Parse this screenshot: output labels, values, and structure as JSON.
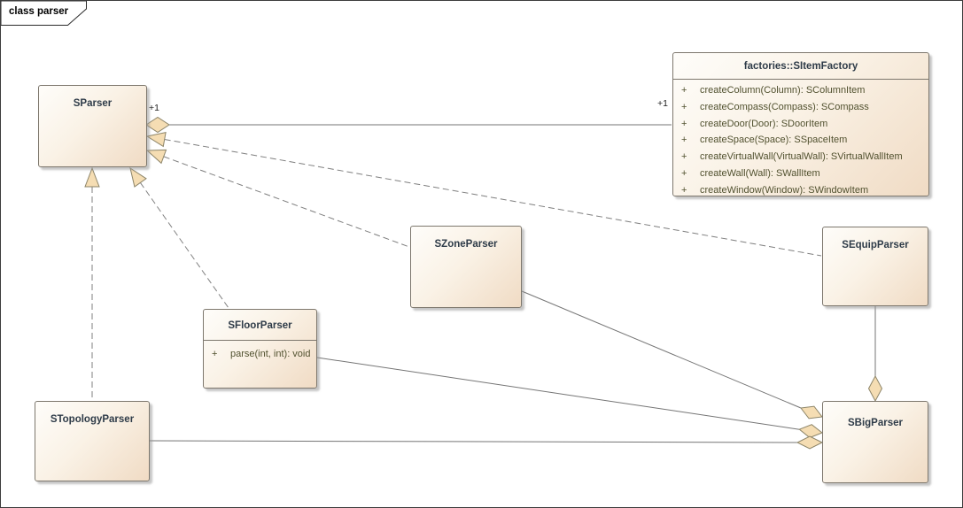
{
  "frame": {
    "label": "class parser"
  },
  "classes": {
    "sparser": {
      "name": "SParser"
    },
    "factory": {
      "name": "factories::SItemFactory",
      "methods": [
        {
          "vis": "+",
          "sig": "createColumn(Column): SColumnItem"
        },
        {
          "vis": "+",
          "sig": "createCompass(Compass): SCompass"
        },
        {
          "vis": "+",
          "sig": "createDoor(Door): SDoorItem"
        },
        {
          "vis": "+",
          "sig": "createSpace(Space): SSpaceItem"
        },
        {
          "vis": "+",
          "sig": "createVirtualWall(VirtualWall): SVirtualWallItem"
        },
        {
          "vis": "+",
          "sig": "createWall(Wall): SWallItem"
        },
        {
          "vis": "+",
          "sig": "createWindow(Window): SWindowItem"
        }
      ]
    },
    "szone": {
      "name": "SZoneParser"
    },
    "sequip": {
      "name": "SEquipParser"
    },
    "sfloor": {
      "name": "SFloorParser",
      "methods": [
        {
          "vis": "+",
          "sig": "parse(int, int): void"
        }
      ]
    },
    "stopology": {
      "name": "STopologyParser"
    },
    "sbig": {
      "name": "SBigParser"
    }
  },
  "multiplicities": {
    "sparser_end": "+1",
    "factory_end": "+1"
  },
  "colors": {
    "box_gradient_start": "#fefdfa",
    "box_gradient_end": "#f0dbc4",
    "box_border": "#7d776d",
    "connector_line": "#757575",
    "arrowhead_fill": "#f5ddb3",
    "arrowhead_stroke": "#8c8468",
    "title_text": "#2e3b48",
    "member_text": "#51512f",
    "frame_border": "#3c3c3c"
  }
}
